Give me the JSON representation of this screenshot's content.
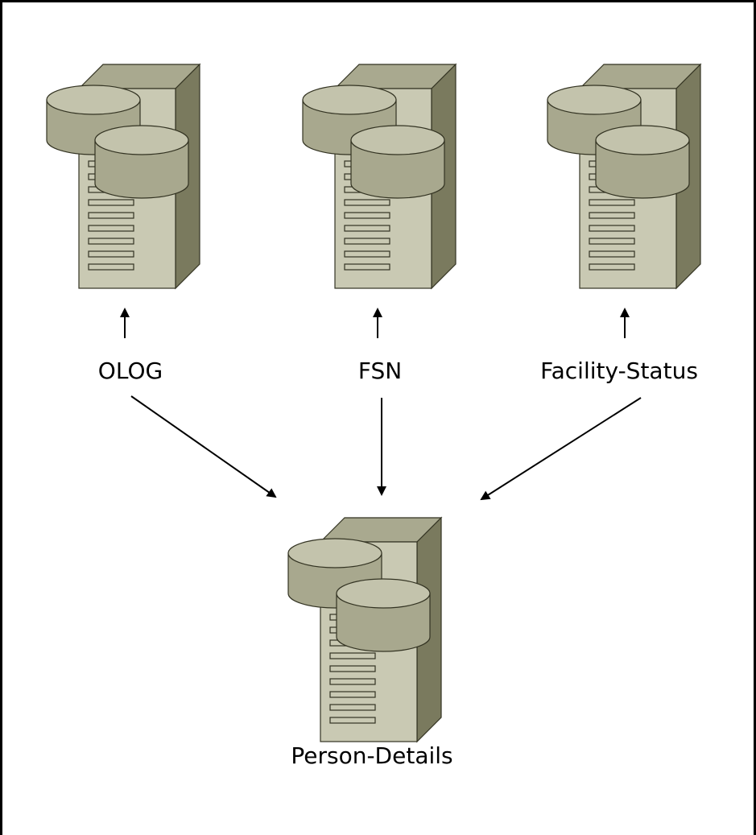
{
  "colors": {
    "server_face": "#c9c9b3",
    "server_top": "#a9a98f",
    "server_side": "#7a7a5e",
    "disk_top": "#c3c3ac",
    "disk_side": "#a8a88e",
    "outline": "#333322",
    "arrow": "#000000",
    "frame": "#000000"
  },
  "icons": {
    "server": "database-server-icon",
    "arrow": "arrow-icon"
  },
  "sources": [
    {
      "label": "OLOG"
    },
    {
      "label": "FSN"
    },
    {
      "label": "Facility-Status"
    }
  ],
  "target": {
    "label": "Person-Details"
  }
}
